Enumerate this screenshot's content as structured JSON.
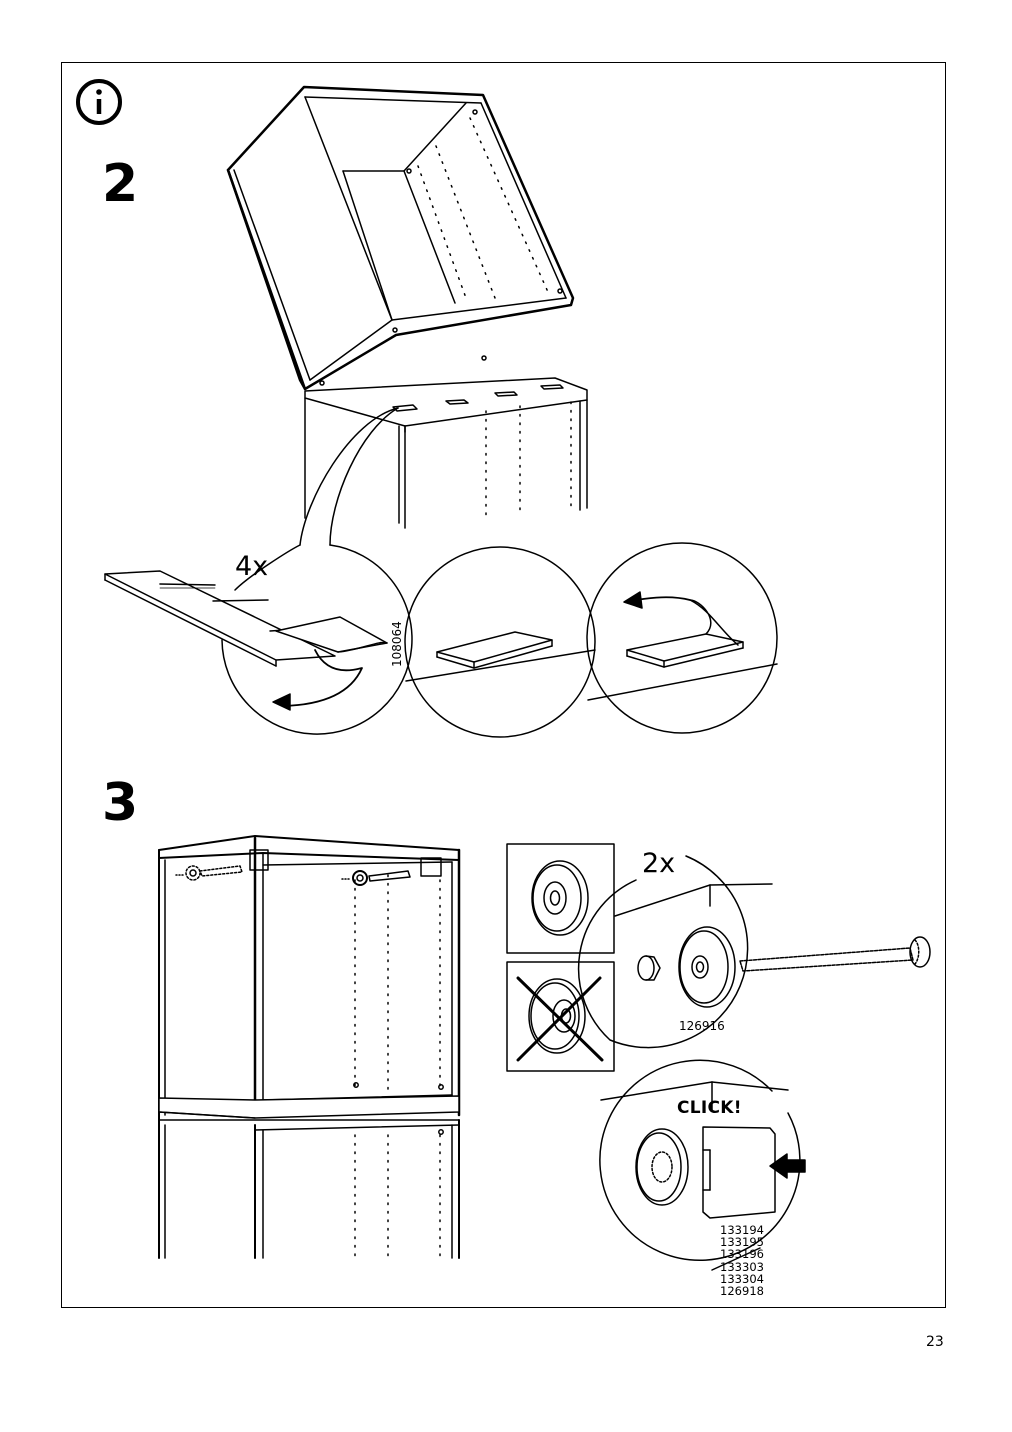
{
  "info_symbol": "info-icon",
  "steps": [
    {
      "number": "2",
      "quantity": "4x",
      "part_number": "108064"
    },
    {
      "number": "3",
      "quantity": "2x",
      "part_number": "126916",
      "click_label": "CLICK!",
      "part_numbers": [
        "133194",
        "133195",
        "133196",
        "133303",
        "133304",
        "126918"
      ]
    }
  ],
  "page_number": "23"
}
